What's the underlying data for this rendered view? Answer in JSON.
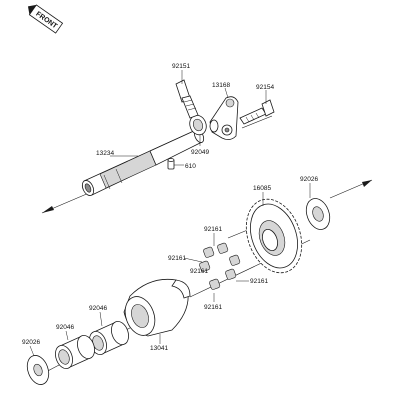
{
  "badge": {
    "text": "FRONT"
  },
  "parts": {
    "p92151": "92151",
    "p13168": "13168",
    "p92154": "92154",
    "p92049": "92049",
    "p13234": "13234",
    "p610": "610",
    "p16085": "16085",
    "p92026_top": "92026",
    "p92161_a": "92161",
    "p92161_b": "92161",
    "p92161_c": "92161",
    "p92161_d": "92161",
    "p92161_e": "92161",
    "p92046_a": "92046",
    "p92046_b": "92046",
    "p13041": "13041",
    "p92026_bottom": "92026"
  }
}
